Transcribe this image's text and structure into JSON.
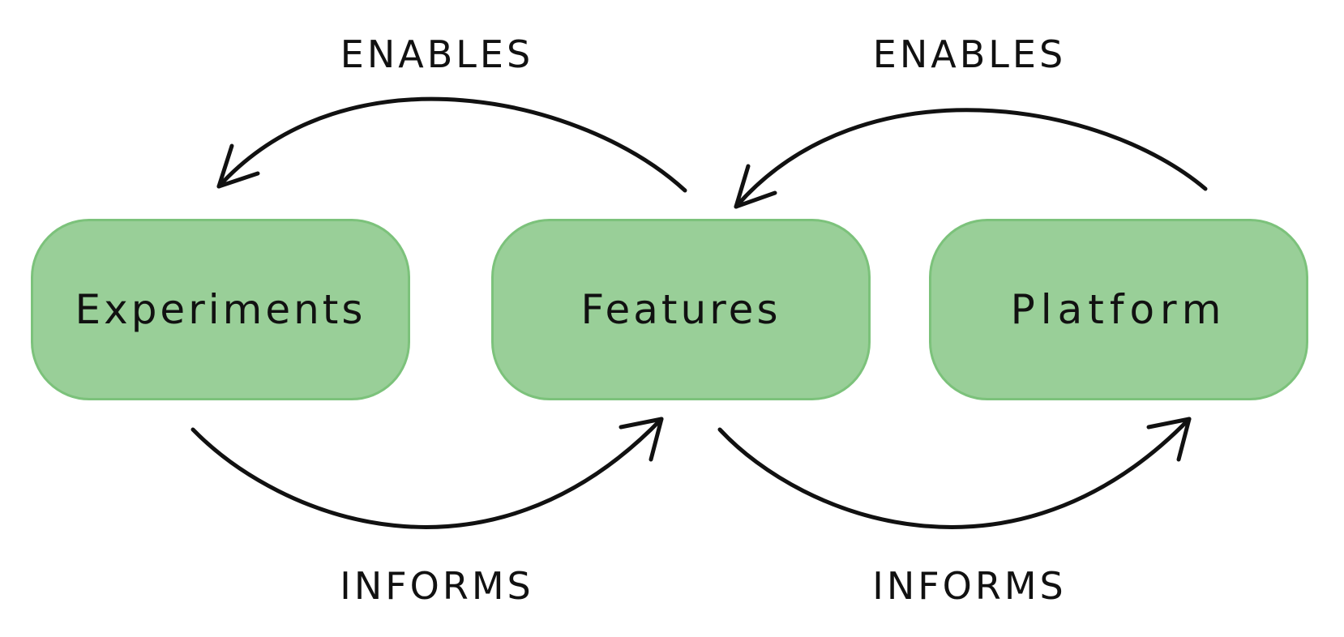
{
  "colors": {
    "node_fill": "#99cf98",
    "node_border": "#7cc27b",
    "arrow_stroke": "#111111",
    "text": "#111111",
    "background": "#ffffff"
  },
  "nodes": {
    "experiments": "Experiments",
    "features": "Features",
    "platform": "Platform"
  },
  "edges": [
    {
      "from": "features",
      "to": "experiments",
      "label": "ENABLES"
    },
    {
      "from": "platform",
      "to": "features",
      "label": "ENABLES"
    },
    {
      "from": "experiments",
      "to": "features",
      "label": "INFORMS"
    },
    {
      "from": "features",
      "to": "platform",
      "label": "INFORMS"
    }
  ]
}
